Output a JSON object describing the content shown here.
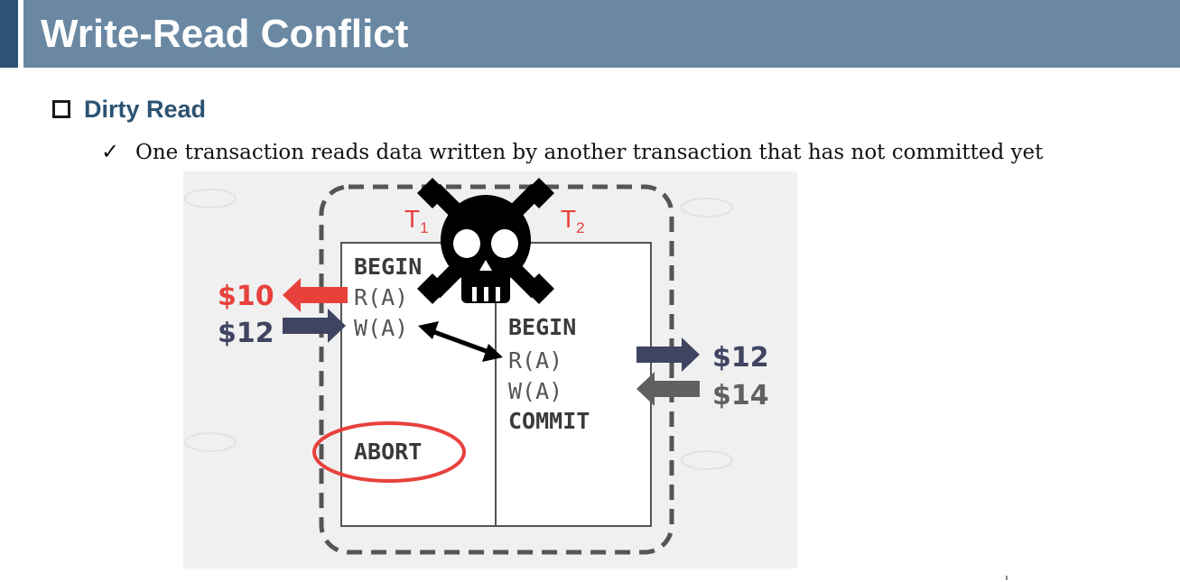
{
  "header": {
    "title": "Write-Read Conflict"
  },
  "bullet": {
    "heading": "Dirty Read",
    "subpoint": "One transaction reads data written by another transaction that has not committed yet"
  },
  "diagram": {
    "t1_label": "T",
    "t1_sub": "1",
    "t2_label": "T",
    "t2_sub": "2",
    "t1_ops": [
      "BEGIN",
      "R(A)",
      "W(A)"
    ],
    "t1_abort": "ABORT",
    "t2_ops": [
      "BEGIN",
      "R(A)",
      "W(A)",
      "COMMIT"
    ],
    "left_values": [
      "$10",
      "$12"
    ],
    "right_values": [
      "$12",
      "$14"
    ],
    "colors": {
      "red": "#e8413c",
      "navy": "#3f4461",
      "gray": "#606060",
      "text": "#3a3a3a"
    }
  }
}
